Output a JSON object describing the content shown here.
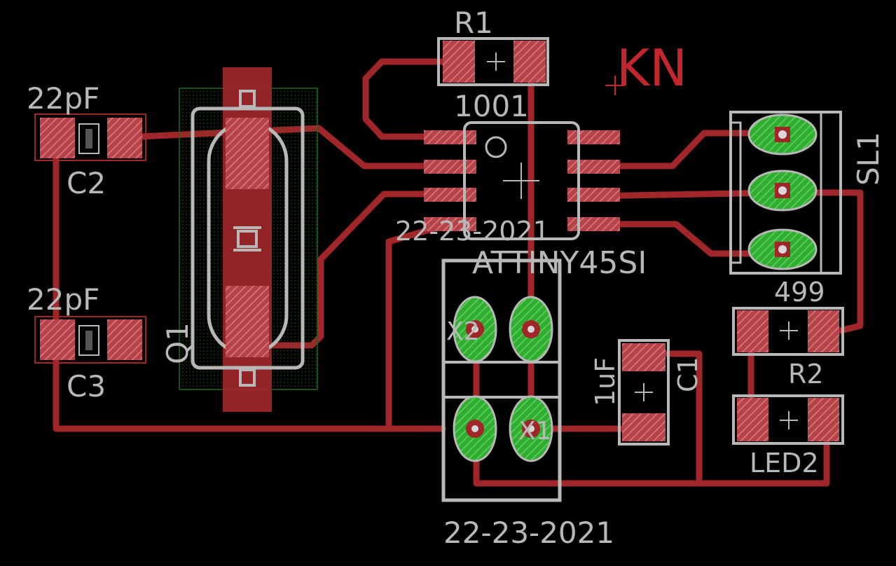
{
  "colors": {
    "background": "#000000",
    "trace": "#a0262a",
    "pad_fill": "#b5444a",
    "pad_hatch": "#e07a80",
    "silkscreen": "#b8b8b8",
    "via_green": "#2fae2f",
    "keepout_green": "#1d6a1d",
    "label_red": "#c4262e"
  },
  "labels": {
    "r1_name": "R1",
    "r1_value": "1001",
    "kn_mark": "KN",
    "c2_value": "22pF",
    "c2_name": "C2",
    "c3_value": "22pF",
    "c3_name": "C3",
    "q1_name": "Q1",
    "ic_date": "22-23-2021",
    "ic_name": "ATTINY45SI",
    "sl1_name": "SL1",
    "r2_value": "499",
    "r2_name": "R2",
    "c1_value": "1uF",
    "c1_name": "C1",
    "led2_name": "LED2",
    "x1_name": "X1",
    "x2_name": "X2",
    "bottom_date": "22-23-2021"
  }
}
